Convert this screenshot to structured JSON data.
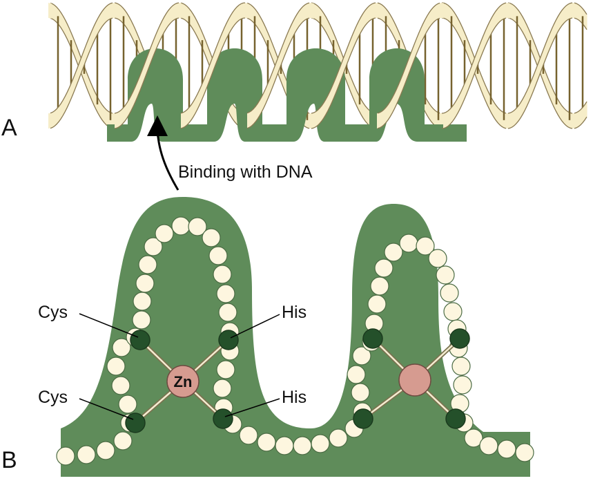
{
  "panels": {
    "a": "A",
    "b": "B"
  },
  "annotations": {
    "binding": "Binding with DNA",
    "cys_upper": "Cys",
    "cys_lower": "Cys",
    "his_upper": "His",
    "his_lower": "His",
    "zinc": "Zn"
  },
  "colors": {
    "protein": "#5f8c5a",
    "dna_ribbon": "#f6edc8",
    "dna_rung": "#76622e",
    "bead": "#fdf6df",
    "ligand_bead": "#24502a",
    "zinc_ion": "#d69b90"
  }
}
